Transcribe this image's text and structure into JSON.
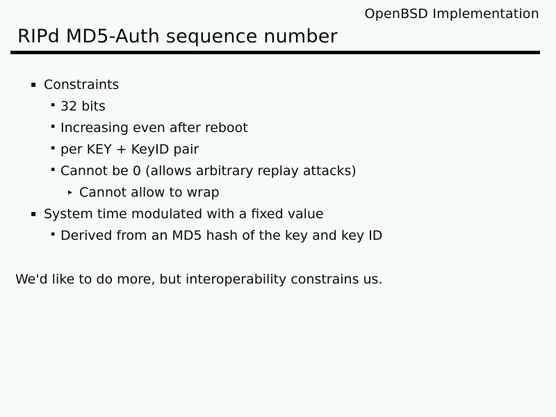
{
  "header": {
    "corner_label": "OpenBSD Implementation",
    "title": "RIPd MD5-Auth sequence number"
  },
  "icons": {
    "bullet_level1": "▪",
    "bullet_level2": "▪",
    "bullet_level3": "▸"
  },
  "bullets": [
    {
      "level": 1,
      "text": "Constraints"
    },
    {
      "level": 2,
      "text": "32 bits"
    },
    {
      "level": 2,
      "text": "Increasing even after reboot"
    },
    {
      "level": 2,
      "text": "per KEY + KeyID pair"
    },
    {
      "level": 2,
      "text": "Cannot be 0 (allows arbitrary replay attacks)"
    },
    {
      "level": 3,
      "text": "Cannot allow to wrap"
    },
    {
      "level": 1,
      "text": "System time modulated with a fixed value"
    },
    {
      "level": 2,
      "text": "Derived from an MD5 hash of the key and key ID"
    }
  ],
  "footer_note": "We'd like to do more, but interoperability constrains us.",
  "colors": {
    "background": "#f6fbf7",
    "text": "#0a0a0a",
    "divider": "#000000"
  }
}
